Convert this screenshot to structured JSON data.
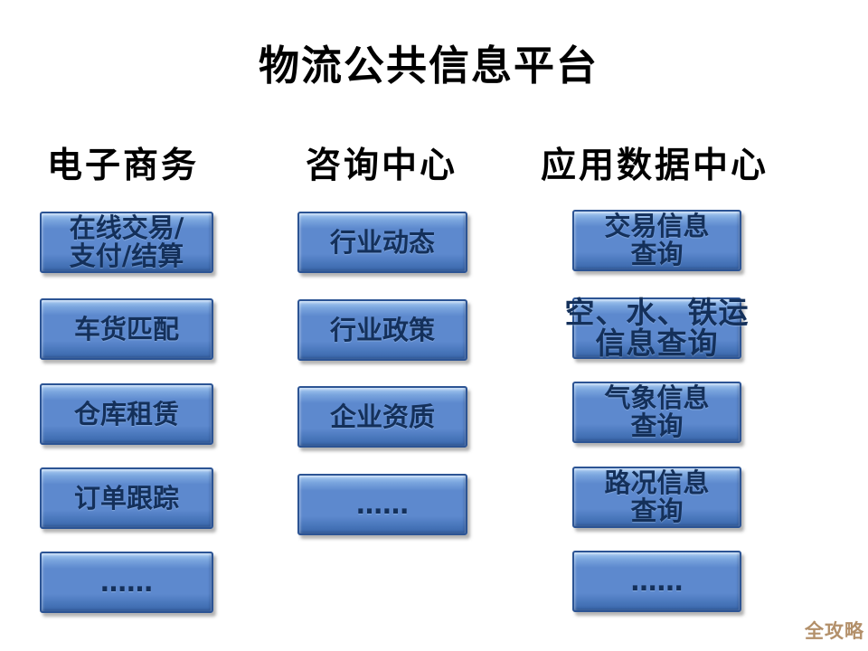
{
  "title": "物流公共信息平台",
  "watermark": "全攻略",
  "colors": {
    "box_fill": "#5d89ce",
    "box_fill_light": "#a8cbf2",
    "box_fill_dark": "#3a67aa",
    "box_border": "#2c5494",
    "box_text": "#14305a",
    "heading_text": "#000000",
    "watermark": "#b3906a"
  },
  "columns": [
    {
      "header": "电子商务",
      "boxes": [
        {
          "lines": [
            "在线交易/",
            "支付/结算"
          ]
        },
        {
          "lines": [
            "车货匹配"
          ]
        },
        {
          "lines": [
            "仓库租赁"
          ]
        },
        {
          "lines": [
            "订单跟踪"
          ]
        },
        {
          "lines": [
            "……"
          ]
        }
      ]
    },
    {
      "header": "咨询中心",
      "boxes": [
        {
          "lines": [
            "行业动态"
          ]
        },
        {
          "lines": [
            "行业政策"
          ]
        },
        {
          "lines": [
            "企业资质"
          ]
        },
        {
          "lines": [
            "……"
          ]
        }
      ]
    },
    {
      "header": "应用数据中心",
      "boxes": [
        {
          "lines": [
            "交易信息",
            "查询"
          ]
        },
        {
          "lines": [
            "空、水、铁运",
            "信息查询"
          ],
          "wide_text": true
        },
        {
          "lines": [
            "气象信息",
            "查询"
          ]
        },
        {
          "lines": [
            "路况信息",
            "查询"
          ]
        },
        {
          "lines": [
            "……"
          ]
        }
      ]
    }
  ]
}
